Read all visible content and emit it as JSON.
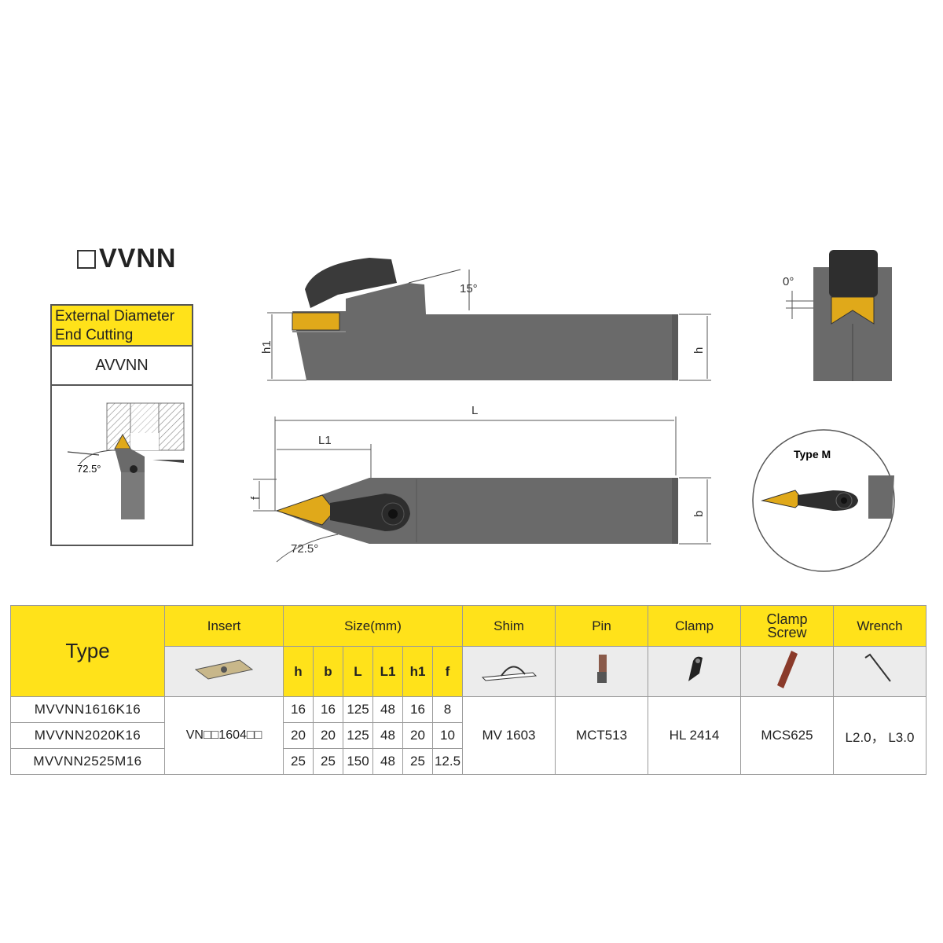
{
  "title": "VVNN",
  "description": {
    "line1": "External Diameter",
    "line2": "End Cutting",
    "code": "AVVNN",
    "angle": "72.5°"
  },
  "drawing": {
    "angle_top": "15°",
    "h1": "h1",
    "h": "h",
    "L": "L",
    "L1": "L1",
    "f": "f",
    "b": "b",
    "angle_bottom": "72.5°",
    "zero_angle": "0°",
    "type_m": "Type M"
  },
  "table": {
    "headers": {
      "type": "Type",
      "insert": "Insert",
      "size": "Size(mm)",
      "shim": "Shim",
      "pin": "Pin",
      "clamp": "Clamp",
      "clamp_screw_1": "Clamp",
      "clamp_screw_2": "Screw",
      "wrench": "Wrench"
    },
    "size_columns": [
      "h",
      "b",
      "L",
      "L1",
      "h1",
      "f"
    ],
    "rows": [
      {
        "type": "MVVNN1616K16",
        "sizes": [
          "16",
          "16",
          "125",
          "48",
          "16",
          "8"
        ]
      },
      {
        "type": "MVVNN2020K16",
        "sizes": [
          "20",
          "20",
          "125",
          "48",
          "20",
          "10"
        ]
      },
      {
        "type": "MVVNN2525M16",
        "sizes": [
          "25",
          "25",
          "150",
          "48",
          "25",
          "12.5"
        ]
      }
    ],
    "insert": "VN□□1604□□",
    "shim": "MV 1603",
    "pin": "MCT513",
    "clamp": "HL 2414",
    "clamp_screw": "MCS625",
    "wrench": "L2.0， L3.0"
  },
  "colors": {
    "yellow": "#ffe21a",
    "tool_gray": "#686868",
    "insert_gold": "#e0a91a"
  }
}
